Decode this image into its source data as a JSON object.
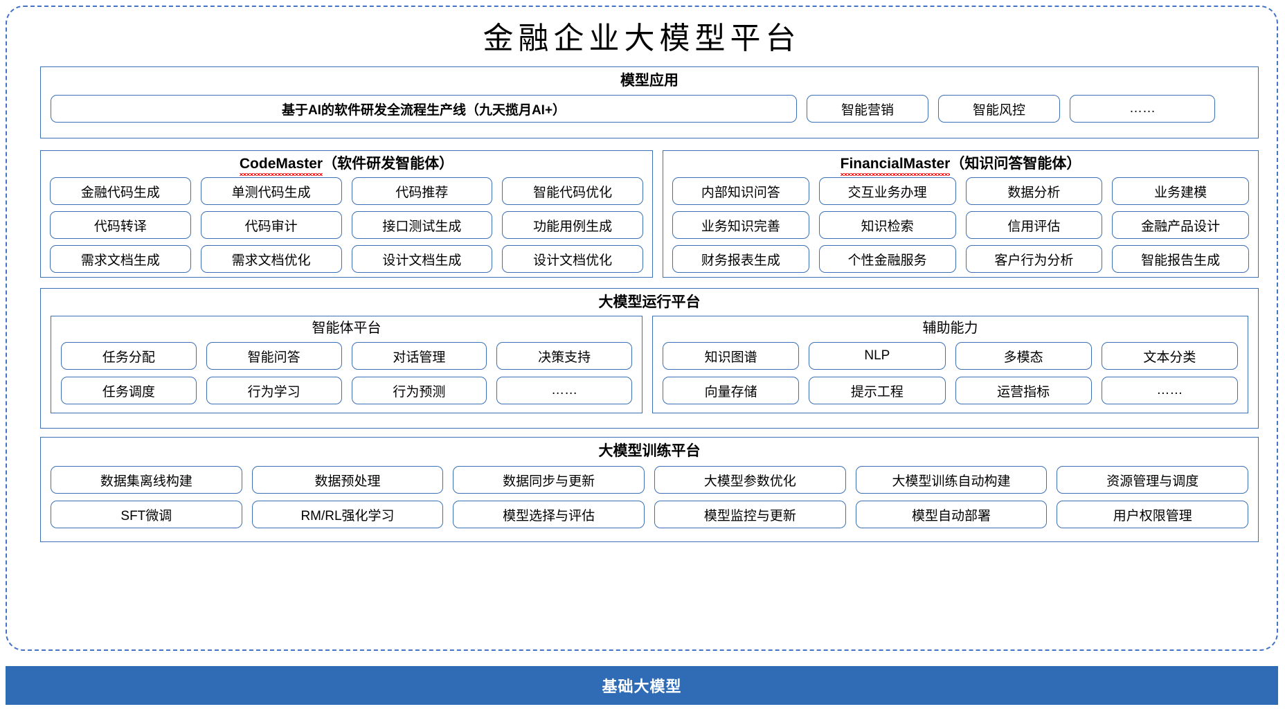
{
  "diagram": {
    "title": "金融企业大模型平台",
    "accent_color": "#3a6fb5",
    "base_bar_color": "#2f6cb5",
    "frame_color": "#4472c4",
    "spellcheck_color": "#ff0000"
  },
  "model_application": {
    "title": "模型应用",
    "main_item": "基于AI的软件研发全流程生产线（九天揽月AI+）",
    "items": [
      "智能营销",
      "智能风控",
      "……"
    ]
  },
  "codemaster": {
    "latin_name": "CodeMaster",
    "cn_suffix": "（软件研发智能体）",
    "rows": [
      [
        "金融代码生成",
        "单测代码生成",
        "代码推荐",
        "智能代码优化"
      ],
      [
        "代码转译",
        "代码审计",
        "接口测试生成",
        "功能用例生成"
      ],
      [
        "需求文档生成",
        "需求文档优化",
        "设计文档生成",
        "设计文档优化"
      ]
    ]
  },
  "financialmaster": {
    "latin_name": "FinancialMaster",
    "cn_suffix": "（知识问答智能体）",
    "rows": [
      [
        "内部知识问答",
        "交互业务办理",
        "数据分析",
        "业务建模"
      ],
      [
        "业务知识完善",
        "知识检索",
        "信用评估",
        "金融产品设计"
      ],
      [
        "财务报表生成",
        "个性金融服务",
        "客户行为分析",
        "智能报告生成"
      ]
    ]
  },
  "runtime_platform": {
    "title": "大模型运行平台",
    "agent_platform": {
      "title": "智能体平台",
      "rows": [
        [
          "任务分配",
          "智能问答",
          "对话管理",
          "决策支持"
        ],
        [
          "任务调度",
          "行为学习",
          "行为预测",
          "……"
        ]
      ]
    },
    "aux_capability": {
      "title": "辅助能力",
      "rows": [
        [
          "知识图谱",
          "NLP",
          "多模态",
          "文本分类"
        ],
        [
          "向量存储",
          "提示工程",
          "运营指标",
          "……"
        ]
      ]
    }
  },
  "training_platform": {
    "title": "大模型训练平台",
    "rows": [
      [
        "数据集离线构建",
        "数据预处理",
        "数据同步与更新",
        "大模型参数优化",
        "大模型训练自动构建",
        "资源管理与调度"
      ],
      [
        "SFT微调",
        "RM/RL强化学习",
        "模型选择与评估",
        "模型监控与更新",
        "模型自动部署",
        "用户权限管理"
      ]
    ]
  },
  "base_model": {
    "label": "基础大模型"
  }
}
